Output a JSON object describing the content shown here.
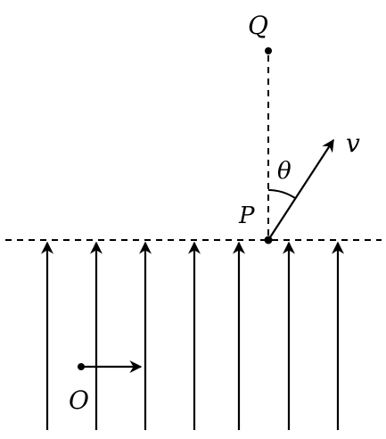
{
  "labels": {
    "Q": "Q",
    "P": "P",
    "O": "O",
    "v": "v",
    "theta": "θ"
  },
  "colors": {
    "ink": "#000000",
    "background": "#ffffff"
  }
}
